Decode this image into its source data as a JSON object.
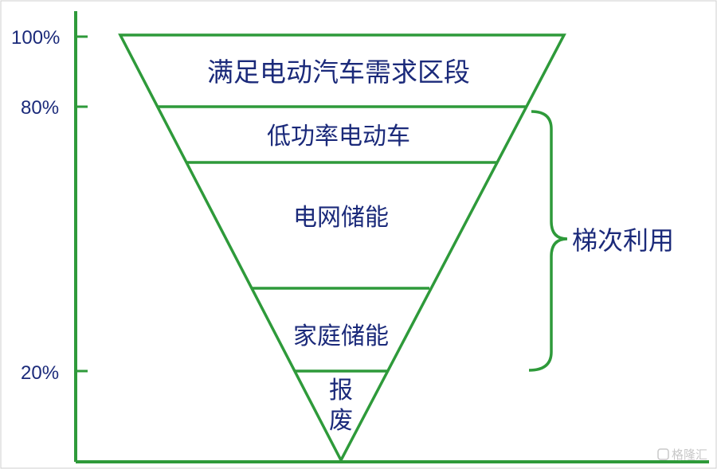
{
  "axis": {
    "ticks": [
      "100%",
      "80%",
      "20%"
    ]
  },
  "funnel": {
    "sections": [
      "满足电动汽车需求区段",
      "低功率电动车",
      "电网储能",
      "家庭储能",
      "报废"
    ]
  },
  "bracket": {
    "label": "梯次利用"
  },
  "watermark": {
    "text": "格隆汇"
  },
  "colors": {
    "lines": "#2e9a3a",
    "text": "#1b2a7a"
  }
}
